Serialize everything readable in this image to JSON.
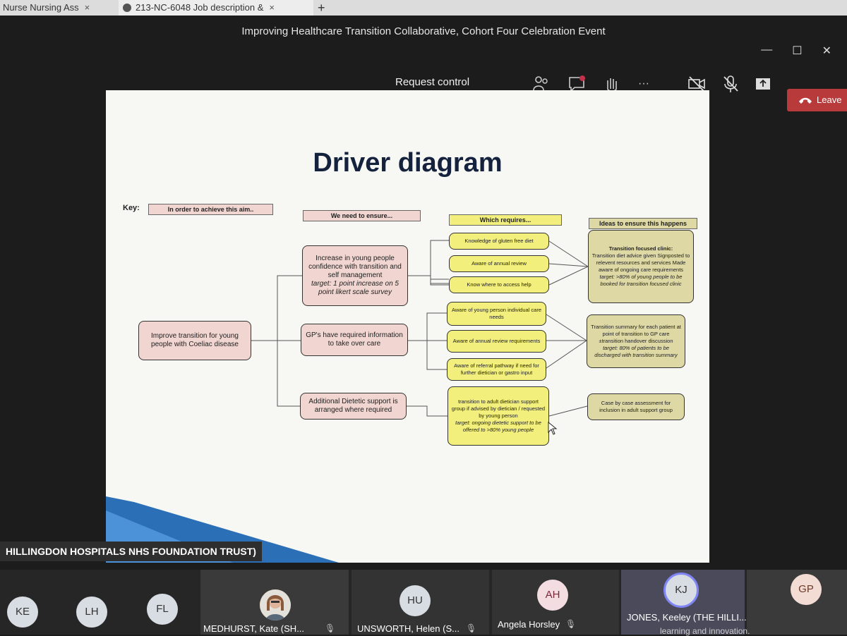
{
  "browser": {
    "tabs": [
      {
        "label": "Nurse Nursing Ass",
        "close": "×"
      },
      {
        "label": "213-NC-6048 Job description &",
        "close": "×"
      }
    ],
    "new_tab": "+"
  },
  "window": {
    "title": "Improving Healthcare Transition Collaborative, Cohort Four Celebration Event",
    "controls": {
      "minimize": "—",
      "maximize": "☐",
      "close": "✕"
    }
  },
  "toolbar": {
    "request_control": "Request control",
    "more": "···",
    "leave": "Leave"
  },
  "slide": {
    "title": "Driver diagram",
    "key": "Key:",
    "headers": {
      "aim": "In order to achieve this aim..",
      "ensure": "We need to ensure...",
      "requires": "Which requires...",
      "ideas": "Ideas to ensure this happens"
    },
    "aim_box": "Improve transition for young people with Coeliac disease",
    "drivers": {
      "confidence": {
        "text": "Increase in young people confidence with transition and self management",
        "target": "target: 1 point increase on 5 point likert scale survey"
      },
      "gp": {
        "text": "GP's have required information to take over care"
      },
      "dietetic": {
        "text": "Additional Dietetic support is arranged where required"
      }
    },
    "requires": {
      "r1": "Knowledge of gluten free diet",
      "r2": "Aware of annual review",
      "r3": "Know where to access help",
      "r4": "Aware of young person individual care needs",
      "r5": "Aware of annual review requirements",
      "r6": "Aware of referral pathway if need for further dietician or gastro input",
      "r7": "transition to adult dietician support group if advised by dietician / requested by young person",
      "r7_target": "target: ongoing dietetic support to be offered to >80% young people"
    },
    "ideas": {
      "i1_title": "Transition focused clinic:",
      "i1_lines": "Transition diet advice given Signposted to relevent resources and services Made aware of ongoing care requirements",
      "i1_target": "target: >80% of young people to be booked for transition focused clinic",
      "i2_text": "Transition summary for each patient at point of transition to GP care ±transition handover discussion",
      "i2_target": "target: 80% of patients to be discharged with transition summary",
      "i3_text": "Case by case assessment for inclusion in adult support group"
    }
  },
  "presenter_org": "HILLINGDON HOSPITALS NHS FOUNDATION TRUST)",
  "participants": [
    {
      "initials": "KE"
    },
    {
      "initials": "LH"
    },
    {
      "initials": "FL"
    },
    {
      "name": "MEDHURST, Kate (SH..."
    },
    {
      "initials": "HU",
      "name": "UNSWORTH, Helen (S..."
    },
    {
      "initials": "AH",
      "name": "Angela Horsley"
    },
    {
      "initials": "KJ",
      "name": "JONES, Keeley (THE HILLI..."
    },
    {
      "initials": "GP"
    }
  ],
  "bottom_text": "learning and innovation."
}
